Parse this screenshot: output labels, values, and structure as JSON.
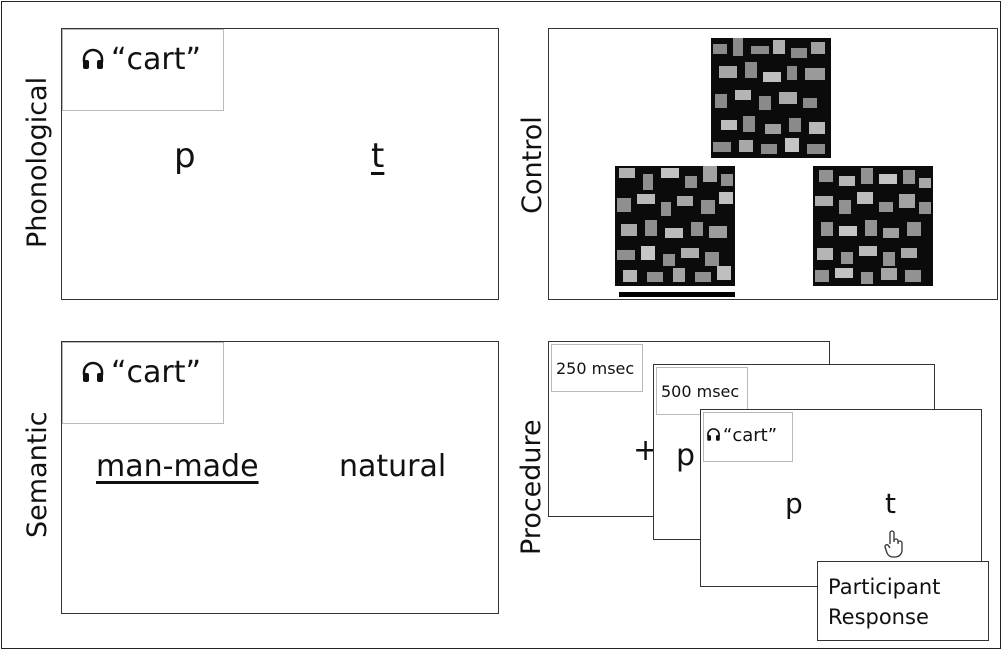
{
  "labels": {
    "phonological": "Phonological",
    "control": "Control",
    "semantic": "Semantic",
    "procedure": "Procedure"
  },
  "cue_word": "“cart”",
  "phonological": {
    "left_choice": "p",
    "right_choice": "t"
  },
  "semantic": {
    "left_choice": "man-made",
    "right_choice": "natural"
  },
  "procedure": {
    "frame1_timing": "250 msec",
    "fixation": "+",
    "frame2_timing": "500 msec",
    "frame2_letter": "p",
    "frame3_left": "p",
    "frame3_right": "t",
    "response_line1": "Participant",
    "response_line2": "Response"
  },
  "icons": {
    "headphones": "headphones-icon",
    "hand": "hand-pointer-icon"
  }
}
